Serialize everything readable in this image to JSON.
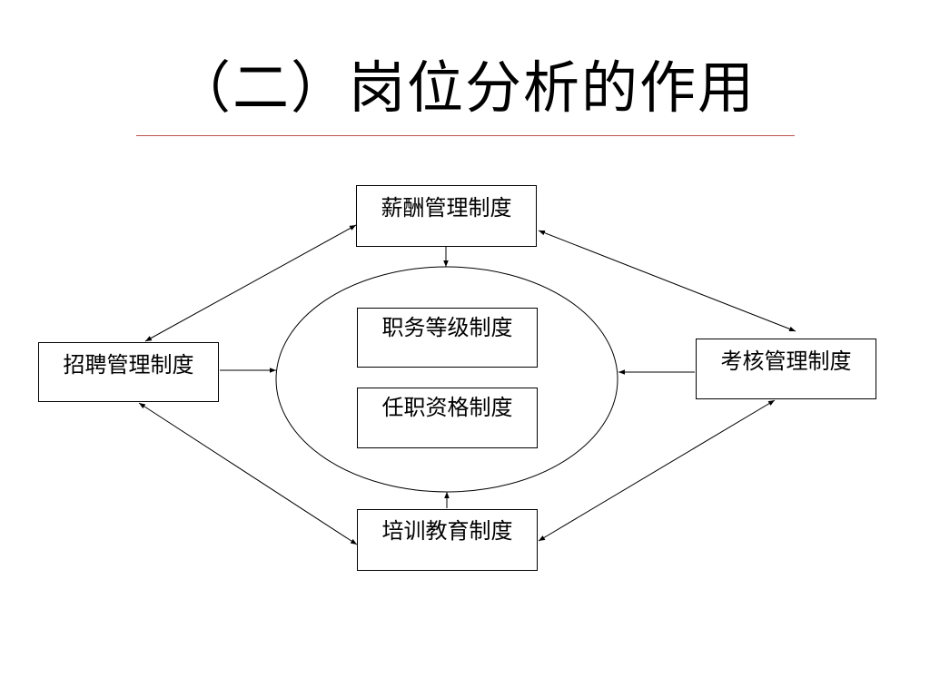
{
  "slide": {
    "title": "（二）岗位分析的作用"
  },
  "diagram": {
    "center": {
      "boxes": [
        {
          "id": "grade",
          "label": "职务等级制度"
        },
        {
          "id": "qualify",
          "label": "任职资格制度"
        }
      ]
    },
    "outer_boxes": [
      {
        "id": "salary",
        "label": "薪酬管理制度"
      },
      {
        "id": "recruit",
        "label": "招聘管理制度"
      },
      {
        "id": "assess",
        "label": "考核管理制度"
      },
      {
        "id": "train",
        "label": "培训教育制度"
      }
    ],
    "colors": {
      "stroke": "#000000",
      "title_rule": "#c0504d",
      "background": "#ffffff"
    }
  }
}
